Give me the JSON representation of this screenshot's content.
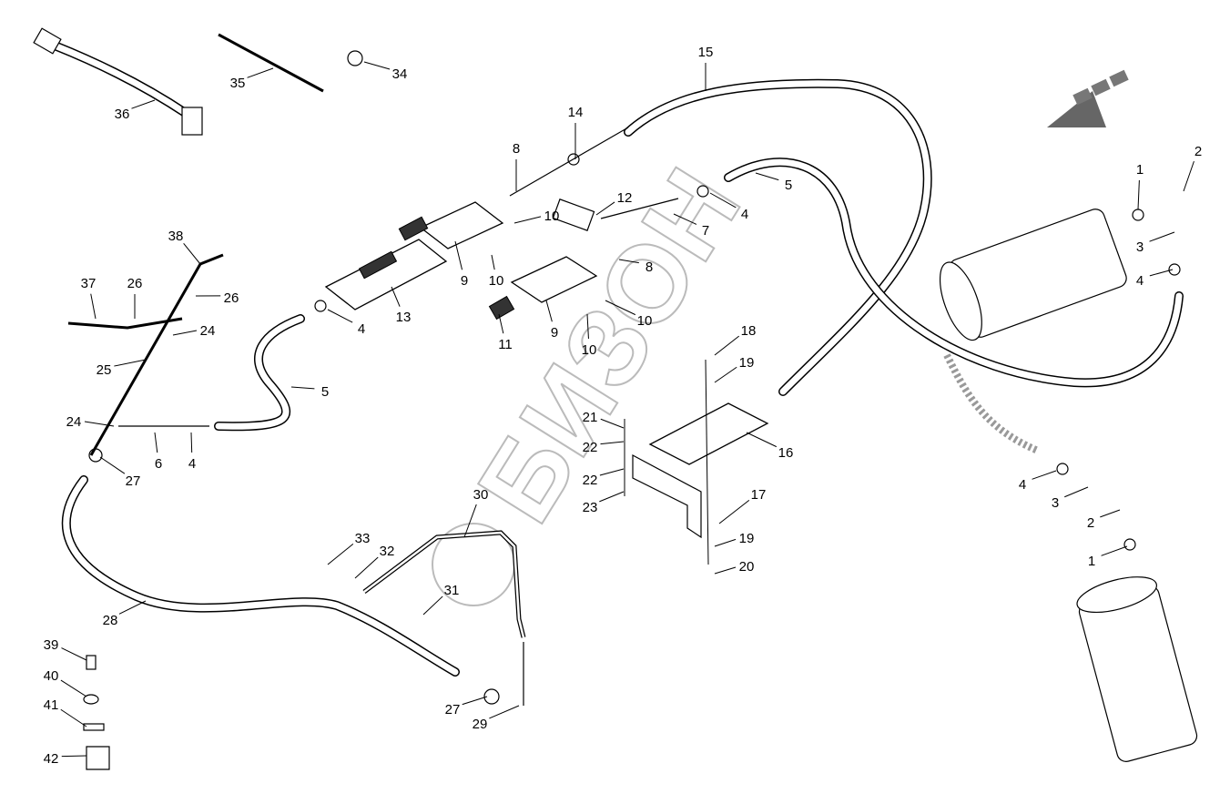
{
  "diagram": {
    "watermark": "БИЗОН",
    "callouts": [
      "15",
      "14",
      "8",
      "12",
      "5",
      "4",
      "7",
      "10",
      "8",
      "9",
      "10",
      "13",
      "38",
      "37",
      "26",
      "26",
      "24",
      "25",
      "24",
      "6",
      "4",
      "27",
      "4",
      "5",
      "11",
      "9",
      "10",
      "10",
      "18",
      "19",
      "21",
      "22",
      "22",
      "23",
      "16",
      "17",
      "19",
      "20",
      "30",
      "33",
      "32",
      "31",
      "28",
      "39",
      "40",
      "41",
      "42",
      "27",
      "29",
      "1",
      "2",
      "3",
      "4",
      "4",
      "3",
      "2",
      "1",
      "34",
      "35",
      "36"
    ]
  }
}
